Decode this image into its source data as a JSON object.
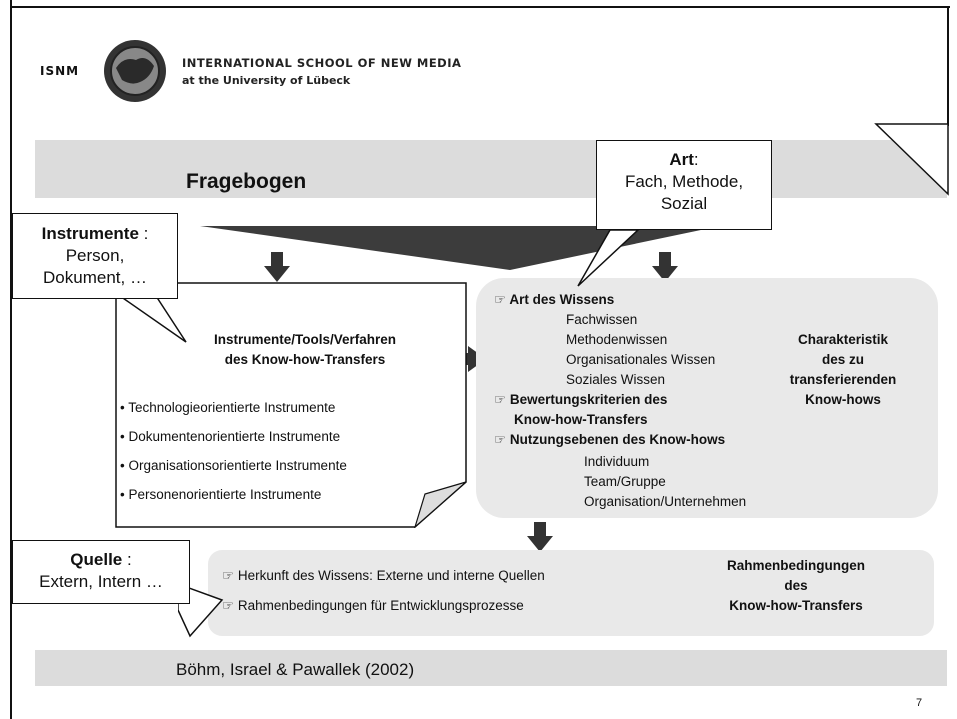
{
  "header": {
    "logo_abbr": "ISNM",
    "school_name": "INTERNATIONAL SCHOOL OF NEW MEDIA",
    "university": "at the University of Lübeck"
  },
  "title": "Fragebogen",
  "callouts": {
    "art": {
      "label": "Art",
      "sep": ":",
      "text1": "Fach, Methode,",
      "text2": "Sozial"
    },
    "instrumente": {
      "label": "Instrumente",
      "sep": " :",
      "text1": "Person,",
      "text2": "Dokument, …"
    },
    "quelle": {
      "label": "Quelle",
      "sep": " :",
      "text1": "Extern, Intern …"
    }
  },
  "left_doc": {
    "heading1": "Instrumente/Tools/Verfahren",
    "heading2": "des Know-how-Transfers",
    "items": [
      "• Technologieorientierte Instrumente",
      "• Dokumentenorientierte Instrumente",
      "• Organisationsorientierte Instrumente",
      "• Personenorientierte Instrumente"
    ]
  },
  "right_box": {
    "art_heading": "Art des Wissens",
    "art_items": [
      "Fachwissen",
      "Methodenwissen",
      "Organisationales Wissen",
      "Soziales Wissen"
    ],
    "bewertung1": "Bewertungskriterien des",
    "bewertung2": "Know-how-Transfers",
    "nutzung": "Nutzungsebenen des Know-hows",
    "nutzung_items": [
      "Individuum",
      "Team/Gruppe",
      "Organisation/Unternehmen"
    ],
    "side_label": [
      "Charakteristik",
      "des zu",
      "transferierenden",
      "Know-hows"
    ]
  },
  "bottom_box": {
    "item1": "Herkunft des Wissens: Externe und interne Quellen",
    "item2": "Rahmenbedingungen für Entwicklungsprozesse",
    "side_label": [
      "Rahmenbedingungen",
      "des",
      "Know-how-Transfers"
    ]
  },
  "footer": {
    "citation": "Böhm, Israel & Pawallek (2002)",
    "page_number": "7"
  }
}
